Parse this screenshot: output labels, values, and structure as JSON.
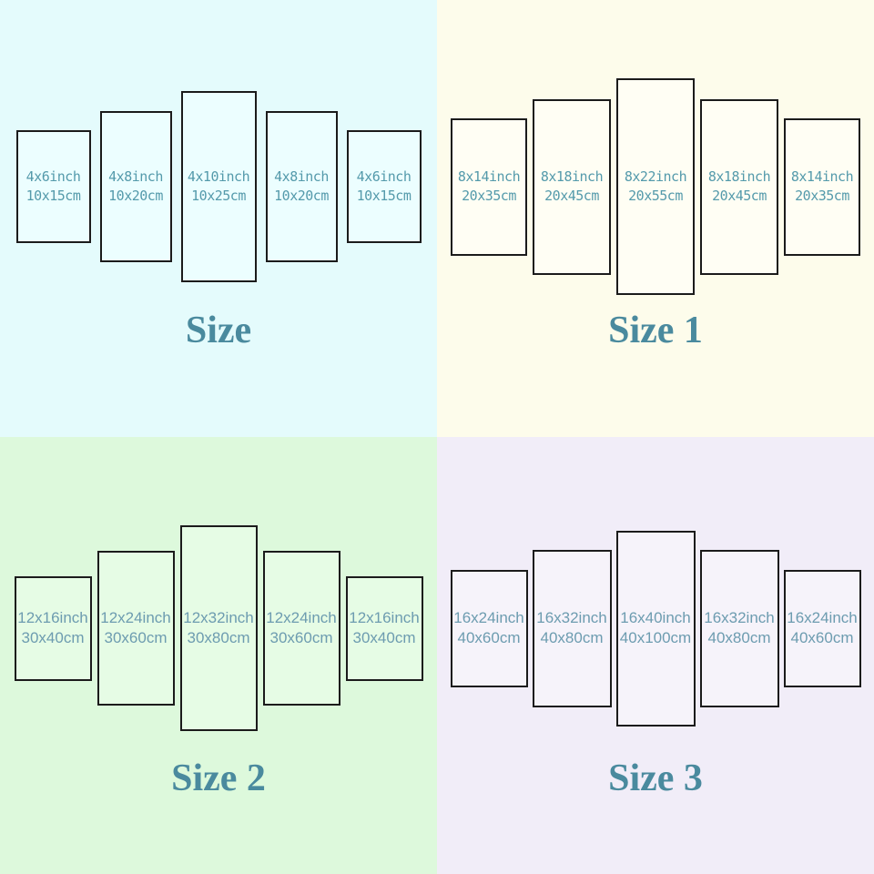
{
  "colors": {
    "panel_border": "#1b1b1b",
    "label_text_top_quadrants": "#549aab",
    "label_text_bottom_quadrants": "#6d9cb0",
    "title_text": "#4a8a9e",
    "bg_size": "#e4fbfc",
    "bg_size_1": "#fdfceb",
    "bg_size_2": "#ddf9dc",
    "bg_size_3": "#f1edf8"
  },
  "quadrants": [
    {
      "title": "Size",
      "panels": [
        {
          "inch": "4x6inch",
          "cm": "10x15cm"
        },
        {
          "inch": "4x8inch",
          "cm": "10x20cm"
        },
        {
          "inch": "4x10inch",
          "cm": "10x25cm"
        },
        {
          "inch": "4x8inch",
          "cm": "10x20cm"
        },
        {
          "inch": "4x6inch",
          "cm": "10x15cm"
        }
      ]
    },
    {
      "title": "Size 1",
      "panels": [
        {
          "inch": "8x14inch",
          "cm": "20x35cm"
        },
        {
          "inch": "8x18inch",
          "cm": "20x45cm"
        },
        {
          "inch": "8x22inch",
          "cm": "20x55cm"
        },
        {
          "inch": "8x18inch",
          "cm": "20x45cm"
        },
        {
          "inch": "8x14inch",
          "cm": "20x35cm"
        }
      ]
    },
    {
      "title": "Size 2",
      "panels": [
        {
          "inch": "12x16inch",
          "cm": "30x40cm"
        },
        {
          "inch": "12x24inch",
          "cm": "30x60cm"
        },
        {
          "inch": "12x32inch",
          "cm": "30x80cm"
        },
        {
          "inch": "12x24inch",
          "cm": "30x60cm"
        },
        {
          "inch": "12x16inch",
          "cm": "30x40cm"
        }
      ]
    },
    {
      "title": "Size 3",
      "panels": [
        {
          "inch": "16x24inch",
          "cm": "40x60cm"
        },
        {
          "inch": "16x32inch",
          "cm": "40x80cm"
        },
        {
          "inch": "16x40inch",
          "cm": "40x100cm"
        },
        {
          "inch": "16x32inch",
          "cm": "40x80cm"
        },
        {
          "inch": "16x24inch",
          "cm": "40x60cm"
        }
      ]
    }
  ]
}
